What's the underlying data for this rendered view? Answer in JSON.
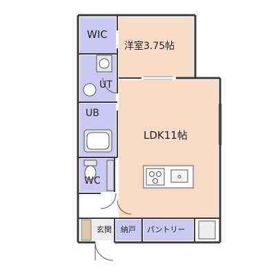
{
  "rooms": {
    "wic": "WIC",
    "bedroom": "洋室3.75帖",
    "ut": "UT",
    "ub": "UB",
    "ldk": "LDK11帖",
    "wc": "WC",
    "entrance": "玄関",
    "storage": "納戸",
    "pantry": "パントリー"
  },
  "colors": {
    "wall": "#3a3a3a",
    "wet_area": "#c9c9f4",
    "living_area": "#f8dcc8",
    "entrance_floor": "#eeeeee",
    "fixture_fill": "#e6e6e6"
  }
}
